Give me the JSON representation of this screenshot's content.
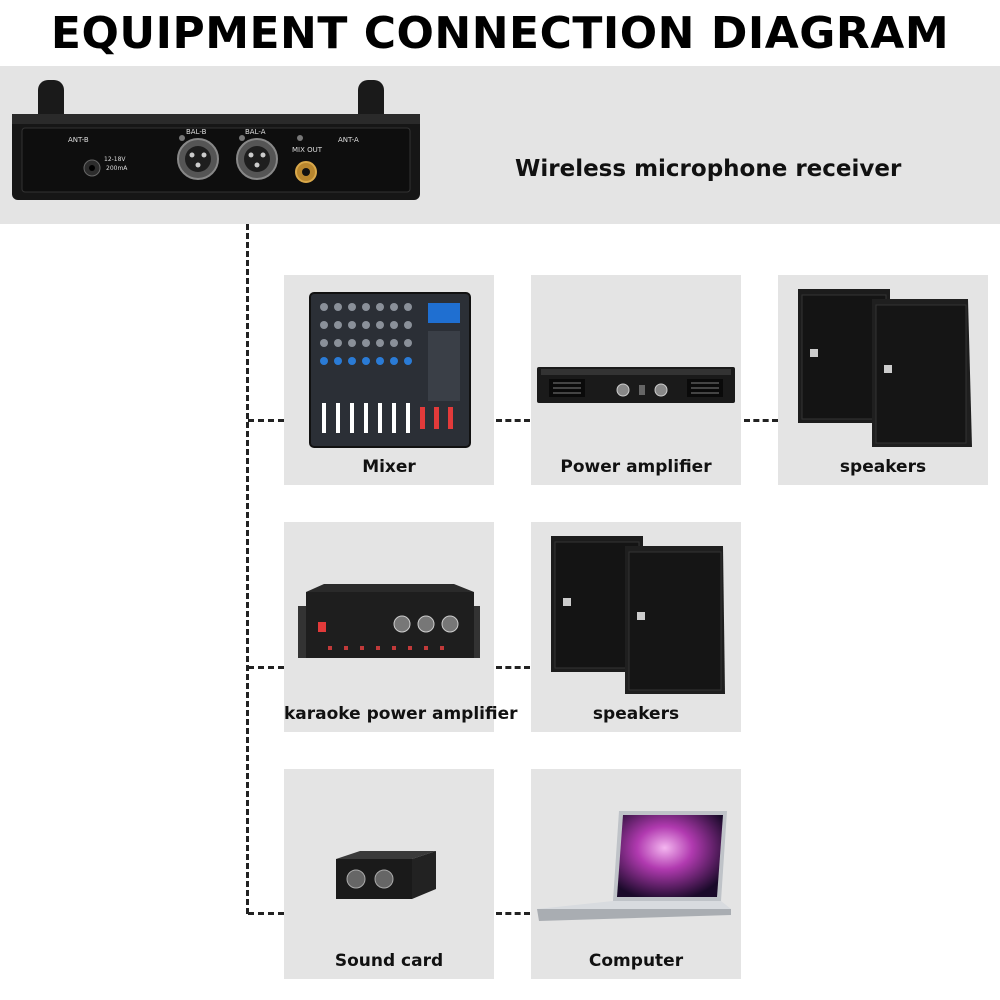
{
  "title": "EQUIPMENT CONNECTION DIAGRAM",
  "receiver": {
    "label": "Wireless microphone receiver",
    "ports": {
      "ant_b": "ANT-B",
      "ant_a": "ANT-A",
      "bal_b": "BAL-B",
      "bal_a": "BAL-A",
      "mix_out": "MIX OUT",
      "power_1": "12-18V",
      "power_2": "200mA"
    }
  },
  "devices": {
    "mixer": "Mixer",
    "power_amplifier": "Power amplifier",
    "speakers_row1": "speakers",
    "karaoke_amplifier": "karaoke power amplifier",
    "speakers_row2": "speakers",
    "sound_card": "Sound card",
    "computer": "Computer"
  }
}
